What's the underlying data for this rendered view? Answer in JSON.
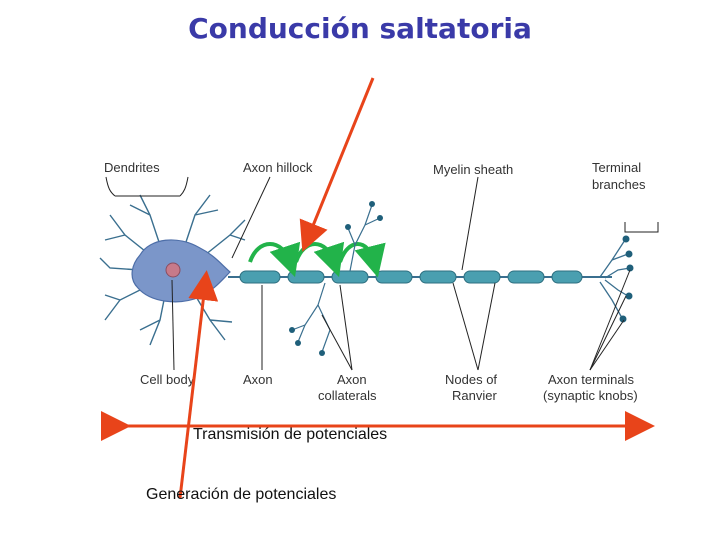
{
  "title": "Conducción saltatoria",
  "labels": {
    "dendrites": "Dendrites",
    "axon_hillock": "Axon hillock",
    "myelin_sheath": "Myelin sheath",
    "terminal_branches_1": "Terminal",
    "terminal_branches_2": "branches",
    "cell_body": "Cell body",
    "axon": "Axon",
    "axon_collaterals_1": "Axon",
    "axon_collaterals_2": "collaterals",
    "nodes_ranvier_1": "Nodes of",
    "nodes_ranvier_2": "Ranvier",
    "axon_terminals_1": "Axon terminals",
    "axon_terminals_2": "(synaptic knobs)"
  },
  "captions": {
    "transmission": "Transmisión de potenciales",
    "generation": "Generación de potenciales"
  },
  "colors": {
    "title": "#3a3aa8",
    "red_arrow": "#e8441a",
    "soma": "#7b96c9",
    "nucleus": "#c77a8a",
    "myelin": "#4a9fb0",
    "green_arrow": "#22b34a",
    "knob": "#1f5f7a"
  }
}
